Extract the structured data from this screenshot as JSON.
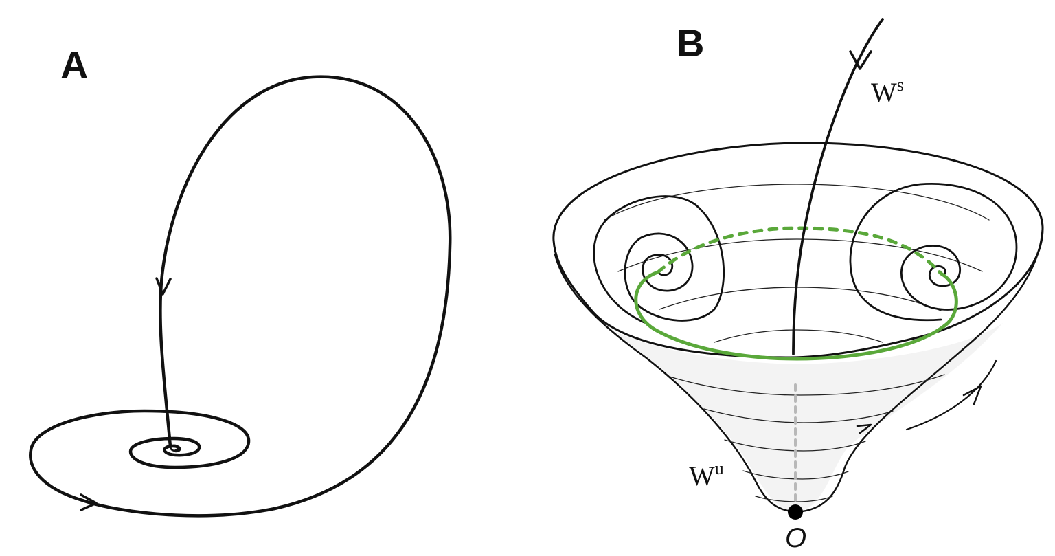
{
  "panels": [
    {
      "id": "A",
      "label": "A"
    },
    {
      "id": "B",
      "label": "B"
    }
  ],
  "labels": {
    "stable_manifold": {
      "base": "W",
      "sup": "s"
    },
    "unstable_manifold": {
      "base": "W",
      "sup": "u"
    },
    "equilibrium": "O"
  },
  "colors": {
    "curve": "#111111",
    "orbit": "#5aa83a",
    "axis": "#b8b8b8",
    "funnel_fill": "#f2f2f2"
  }
}
